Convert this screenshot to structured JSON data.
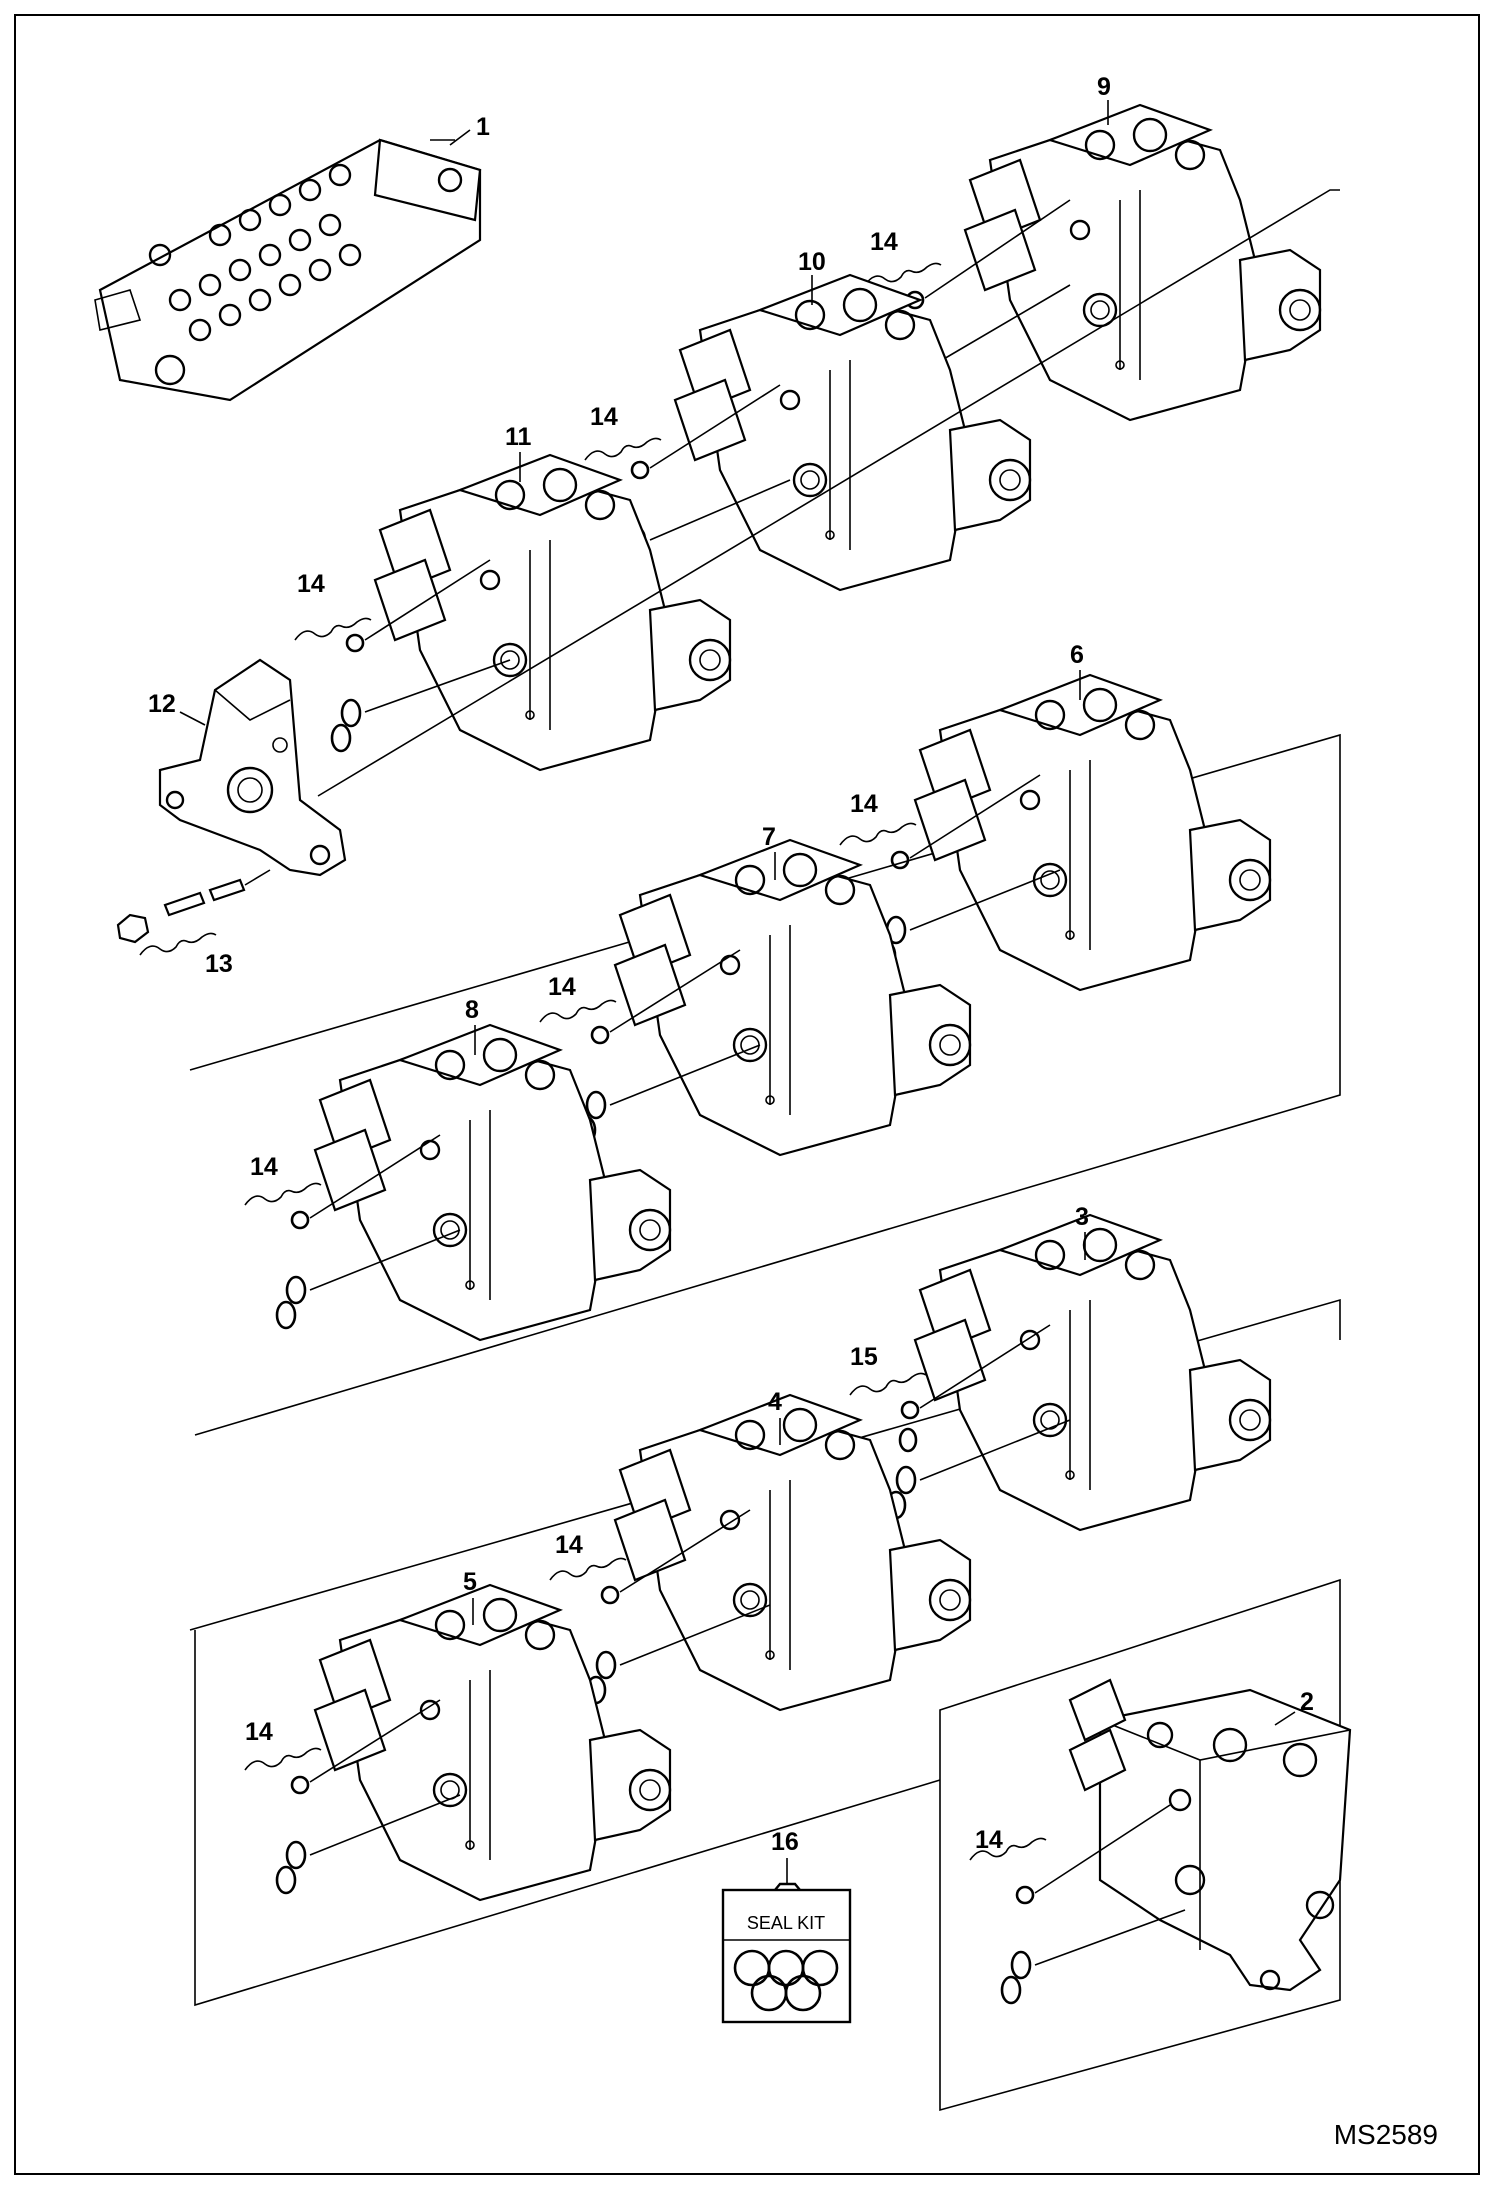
{
  "callouts": {
    "c1": "1",
    "c2": "2",
    "c3": "3",
    "c4": "4",
    "c5": "5",
    "c6": "6",
    "c7": "7",
    "c8": "8",
    "c9": "9",
    "c10": "10",
    "c11": "11",
    "c12": "12",
    "c13": "13",
    "c14": "14",
    "c15": "15",
    "c16": "16"
  },
  "seal_kit_label": "SEAL KIT",
  "drawing_code": "MS2589"
}
